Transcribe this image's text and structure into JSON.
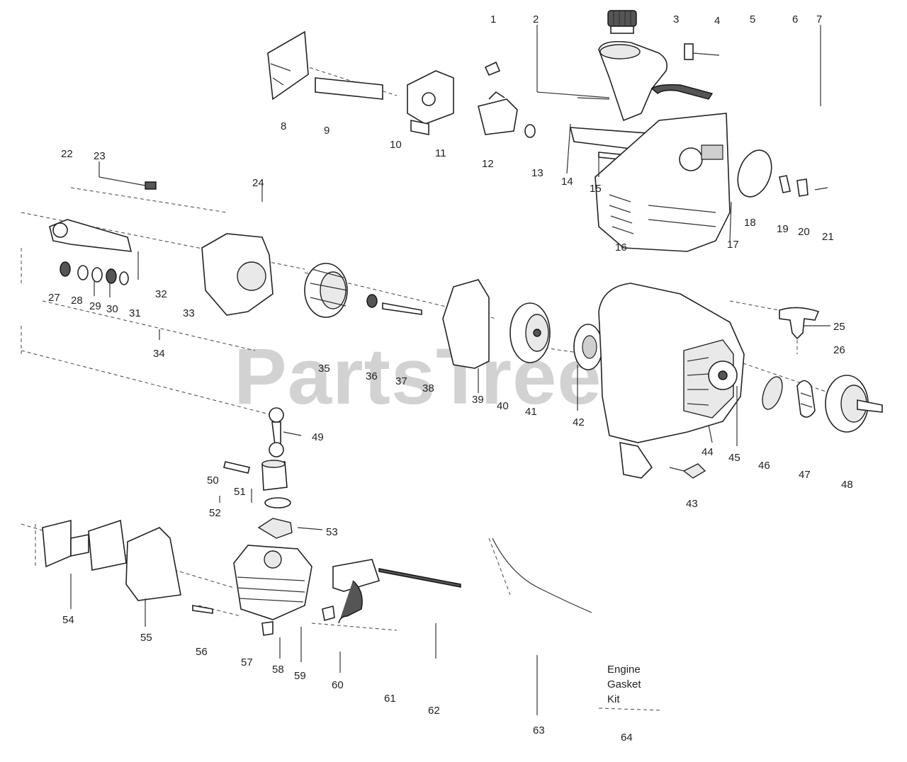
{
  "watermark": {
    "text": "PartsTree",
    "trademark": "™"
  },
  "callouts": [
    {
      "n": "1"
    },
    {
      "n": "2"
    },
    {
      "n": "3"
    },
    {
      "n": "4"
    },
    {
      "n": "5"
    },
    {
      "n": "6"
    },
    {
      "n": "7"
    },
    {
      "n": "8"
    },
    {
      "n": "9"
    },
    {
      "n": "10"
    },
    {
      "n": "11"
    },
    {
      "n": "12"
    },
    {
      "n": "13"
    },
    {
      "n": "14"
    },
    {
      "n": "15"
    },
    {
      "n": "16"
    },
    {
      "n": "17"
    },
    {
      "n": "18"
    },
    {
      "n": "19"
    },
    {
      "n": "20"
    },
    {
      "n": "21"
    },
    {
      "n": "22"
    },
    {
      "n": "23"
    },
    {
      "n": "24"
    },
    {
      "n": "25"
    },
    {
      "n": "26"
    },
    {
      "n": "27"
    },
    {
      "n": "28"
    },
    {
      "n": "29"
    },
    {
      "n": "30"
    },
    {
      "n": "31"
    },
    {
      "n": "32"
    },
    {
      "n": "33"
    },
    {
      "n": "34"
    },
    {
      "n": "35"
    },
    {
      "n": "36"
    },
    {
      "n": "37"
    },
    {
      "n": "38"
    },
    {
      "n": "39"
    },
    {
      "n": "40"
    },
    {
      "n": "41"
    },
    {
      "n": "42"
    },
    {
      "n": "43"
    },
    {
      "n": "44"
    },
    {
      "n": "45"
    },
    {
      "n": "46"
    },
    {
      "n": "47"
    },
    {
      "n": "48"
    },
    {
      "n": "49"
    },
    {
      "n": "50"
    },
    {
      "n": "51"
    },
    {
      "n": "52"
    },
    {
      "n": "53"
    },
    {
      "n": "54"
    },
    {
      "n": "55"
    },
    {
      "n": "56"
    },
    {
      "n": "57"
    },
    {
      "n": "58"
    },
    {
      "n": "59"
    },
    {
      "n": "60"
    },
    {
      "n": "61"
    },
    {
      "n": "62"
    },
    {
      "n": "63"
    },
    {
      "n": "64"
    }
  ],
  "kit_label": {
    "line1": "Engine",
    "line2": "Gasket",
    "line3": "Kit"
  }
}
